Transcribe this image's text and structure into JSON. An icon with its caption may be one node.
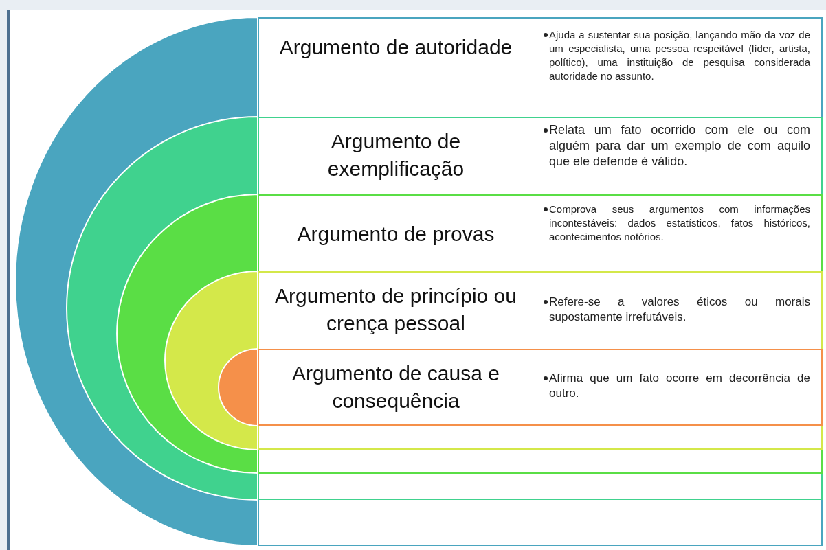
{
  "diagram": {
    "nodes": [
      {
        "text": [
          "Argumento de autoridade",
          "Ajuda a sustentar sua posição, lançando mão da voz de um especialista, uma pessoa respeitável (líder, artista, político), uma instituição de pesquisa considerada autoridade no assunto."
        ]
      },
      {
        "text": [
          "Argumento de exemplificação",
          "Relata um fato ocorrido com ele ou com alguém para dar um exemplo de com aquilo que ele defende é válido."
        ],
        "in": 0
      },
      {
        "text": [
          "Argumento de provas",
          "Comprova seus argumentos com informações incontestáveis: dados estatísticos, fatos históricos, acontecimentos notórios."
        ],
        "in": 1
      },
      {
        "text": [
          "Argumento de princípio ou crença pessoal",
          "Refere-se a valores éticos ou morais supostamente irrefutáveis."
        ],
        "in": 2
      },
      {
        "text": [
          "Argumento de causa e consequência",
          "Afirma que um fato ocorre em decorrência de outro."
        ],
        "in": 3
      }
    ]
  }
}
